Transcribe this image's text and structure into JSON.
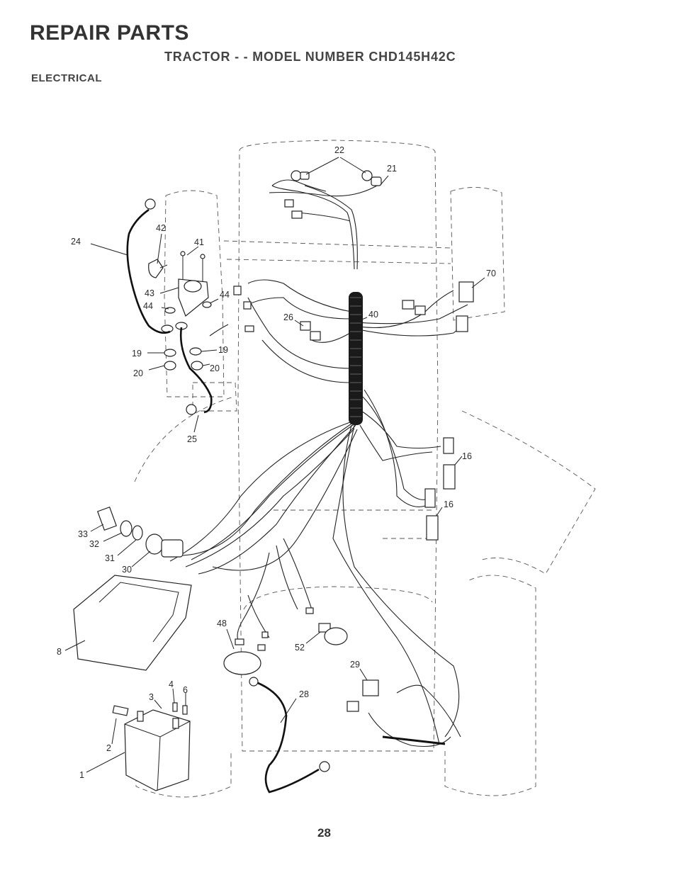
{
  "header": {
    "title": "REPAIR PARTS",
    "subtitle": "TRACTOR - - MODEL NUMBER CHD145H42C",
    "section": "ELECTRICAL"
  },
  "page_number": "28",
  "callouts": [
    {
      "id": "c-22",
      "text": "22"
    },
    {
      "id": "c-21",
      "text": "21"
    },
    {
      "id": "c-24",
      "text": "24"
    },
    {
      "id": "c-42",
      "text": "42"
    },
    {
      "id": "c-41",
      "text": "41"
    },
    {
      "id": "c-70",
      "text": "70"
    },
    {
      "id": "c-43",
      "text": "43"
    },
    {
      "id": "c-44a",
      "text": "44"
    },
    {
      "id": "c-44b",
      "text": "44"
    },
    {
      "id": "c-26",
      "text": "26"
    },
    {
      "id": "c-40",
      "text": "40"
    },
    {
      "id": "c-19a",
      "text": "19"
    },
    {
      "id": "c-19b",
      "text": "19"
    },
    {
      "id": "c-20a",
      "text": "20"
    },
    {
      "id": "c-20b",
      "text": "20"
    },
    {
      "id": "c-25",
      "text": "25"
    },
    {
      "id": "c-16a",
      "text": "16"
    },
    {
      "id": "c-16b",
      "text": "16"
    },
    {
      "id": "c-33",
      "text": "33"
    },
    {
      "id": "c-32",
      "text": "32"
    },
    {
      "id": "c-31",
      "text": "31"
    },
    {
      "id": "c-30",
      "text": "30"
    },
    {
      "id": "c-48",
      "text": "48"
    },
    {
      "id": "c-52",
      "text": "52"
    },
    {
      "id": "c-8",
      "text": "8"
    },
    {
      "id": "c-29",
      "text": "29"
    },
    {
      "id": "c-4",
      "text": "4"
    },
    {
      "id": "c-6",
      "text": "6"
    },
    {
      "id": "c-3",
      "text": "3"
    },
    {
      "id": "c-28",
      "text": "28"
    },
    {
      "id": "c-2",
      "text": "2"
    },
    {
      "id": "c-1",
      "text": "1"
    }
  ]
}
